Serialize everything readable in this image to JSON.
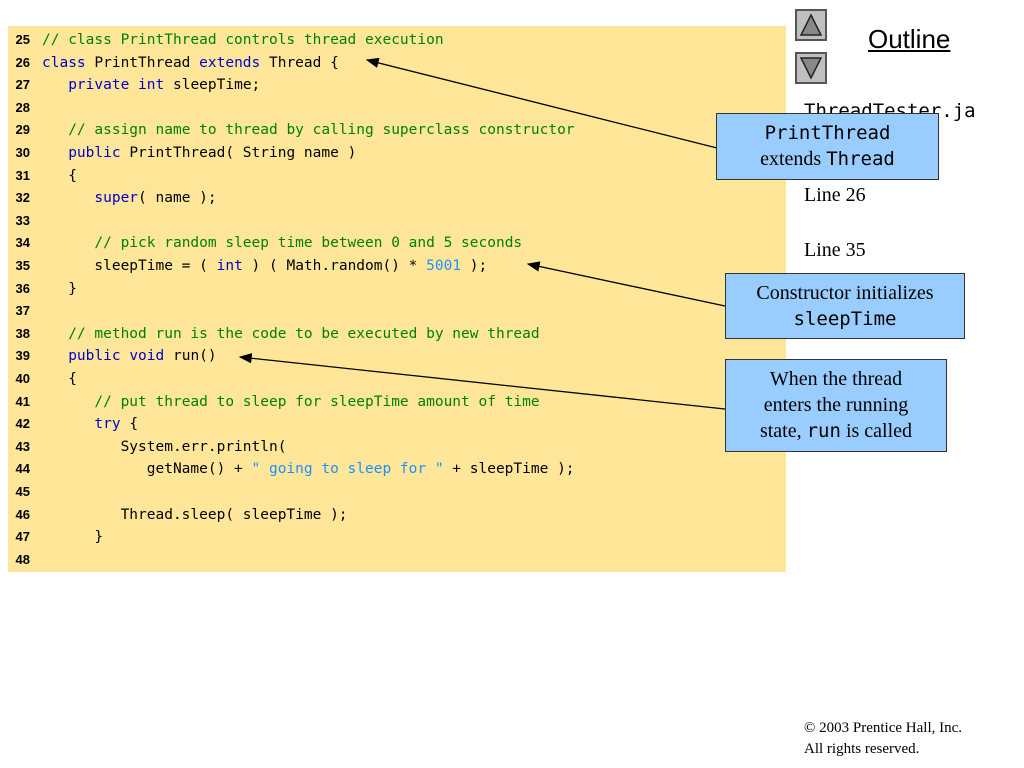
{
  "navigation": {
    "up_icon": "triangle-up-icon",
    "down_icon": "triangle-down-icon",
    "outline_title": "Outline"
  },
  "file_name": "ThreadTester.ja",
  "line_refs": [
    "Line 26",
    "Line 35"
  ],
  "code_lines": [
    {
      "num": "25",
      "tokens": [
        {
          "t": "// class PrintThread controls thread execution",
          "k": "comment"
        }
      ]
    },
    {
      "num": "26",
      "tokens": [
        {
          "t": "class",
          "k": "keyword"
        },
        {
          "t": " PrintThread ",
          "k": "plain"
        },
        {
          "t": "extends",
          "k": "keyword"
        },
        {
          "t": " Thread {",
          "k": "plain"
        }
      ]
    },
    {
      "num": "27",
      "tokens": [
        {
          "t": "   ",
          "k": "plain"
        },
        {
          "t": "private",
          "k": "keyword"
        },
        {
          "t": " ",
          "k": "plain"
        },
        {
          "t": "int",
          "k": "keyword"
        },
        {
          "t": " sleepTime;",
          "k": "plain"
        }
      ]
    },
    {
      "num": "28",
      "tokens": []
    },
    {
      "num": "29",
      "tokens": [
        {
          "t": "   ",
          "k": "plain"
        },
        {
          "t": "// assign name to thread by calling superclass constructor",
          "k": "comment"
        }
      ]
    },
    {
      "num": "30",
      "tokens": [
        {
          "t": "   ",
          "k": "plain"
        },
        {
          "t": "public",
          "k": "keyword"
        },
        {
          "t": " PrintThread( String name )",
          "k": "plain"
        }
      ]
    },
    {
      "num": "31",
      "tokens": [
        {
          "t": "   {",
          "k": "plain"
        }
      ]
    },
    {
      "num": "32",
      "tokens": [
        {
          "t": "      ",
          "k": "plain"
        },
        {
          "t": "super",
          "k": "keyword"
        },
        {
          "t": "( name );",
          "k": "plain"
        }
      ]
    },
    {
      "num": "33",
      "tokens": []
    },
    {
      "num": "34",
      "tokens": [
        {
          "t": "      ",
          "k": "plain"
        },
        {
          "t": "// pick random sleep time between 0 and 5 seconds",
          "k": "comment"
        }
      ]
    },
    {
      "num": "35",
      "tokens": [
        {
          "t": "      sleepTime = ( ",
          "k": "plain"
        },
        {
          "t": "int",
          "k": "keyword"
        },
        {
          "t": " ) ( Math.random() * ",
          "k": "plain"
        },
        {
          "t": "5001",
          "k": "literal"
        },
        {
          "t": " );",
          "k": "plain"
        }
      ]
    },
    {
      "num": "36",
      "tokens": [
        {
          "t": "   }",
          "k": "plain"
        }
      ]
    },
    {
      "num": "37",
      "tokens": []
    },
    {
      "num": "38",
      "tokens": [
        {
          "t": "   ",
          "k": "plain"
        },
        {
          "t": "// method run is the code to be executed by new thread",
          "k": "comment"
        }
      ]
    },
    {
      "num": "39",
      "tokens": [
        {
          "t": "   ",
          "k": "plain"
        },
        {
          "t": "public",
          "k": "keyword"
        },
        {
          "t": " ",
          "k": "plain"
        },
        {
          "t": "void",
          "k": "keyword"
        },
        {
          "t": " run()",
          "k": "plain"
        }
      ]
    },
    {
      "num": "40",
      "tokens": [
        {
          "t": "   {",
          "k": "plain"
        }
      ]
    },
    {
      "num": "41",
      "tokens": [
        {
          "t": "      ",
          "k": "plain"
        },
        {
          "t": "// put thread to sleep for sleepTime amount of time",
          "k": "comment"
        }
      ]
    },
    {
      "num": "42",
      "tokens": [
        {
          "t": "      ",
          "k": "plain"
        },
        {
          "t": "try",
          "k": "keyword"
        },
        {
          "t": " {",
          "k": "plain"
        }
      ]
    },
    {
      "num": "43",
      "tokens": [
        {
          "t": "         System.err.println(",
          "k": "plain"
        }
      ]
    },
    {
      "num": "44",
      "tokens": [
        {
          "t": "            getName() + ",
          "k": "plain"
        },
        {
          "t": "\" going to sleep for \"",
          "k": "literal"
        },
        {
          "t": " + sleepTime );",
          "k": "plain"
        }
      ]
    },
    {
      "num": "45",
      "tokens": []
    },
    {
      "num": "46",
      "tokens": [
        {
          "t": "         Thread.sleep( sleepTime );",
          "k": "plain"
        }
      ]
    },
    {
      "num": "47",
      "tokens": [
        {
          "t": "      }",
          "k": "plain"
        }
      ]
    },
    {
      "num": "48",
      "tokens": []
    }
  ],
  "callouts": {
    "c1": {
      "mono1": "PrintThread",
      "text2": "extends ",
      "mono2": "Thread"
    },
    "c2": {
      "text1": "Constructor initializes",
      "mono1": "sleepTime"
    },
    "c3": {
      "text1": "When the thread",
      "text2": "enters the running",
      "text3": "state, ",
      "mono1": "run",
      "text4": " is called"
    }
  },
  "footer": {
    "line1": "© 2003 Prentice Hall, Inc.",
    "line2": "All rights reserved."
  },
  "colors": {
    "code_background": "#ffe699",
    "callout_background": "#99ccff",
    "comment": "#008000",
    "keyword": "#0000cc",
    "literal": "#1e90ff"
  }
}
